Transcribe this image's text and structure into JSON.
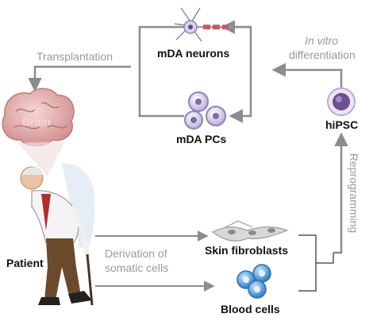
{
  "labels": {
    "mda_neurons": "mDA neurons",
    "mda_pcs": "mDA PCs",
    "hipsc": "hiPSC",
    "transplantation": "Transplantation",
    "in_vitro": "In vitro",
    "differentiation": "differentiation",
    "reprogramming": "Reprogramming",
    "patient": "Patient",
    "derivation_1": "Derivation of",
    "derivation_2": "somatic cells",
    "skin_fibroblasts": "Skin fibroblasts",
    "blood_cells": "Blood cells",
    "brain_text": "Brain"
  },
  "colors": {
    "arrow": "#8c8c8c",
    "bracket": "#555555",
    "brain": "#e3a3a3",
    "pc_cell": "#c8bfe0",
    "ipsc_outer": "#d9cfe8",
    "ipsc_core": "#6e4f94",
    "blood": "#5fa3dc",
    "fibroblast": "#cfcfcf"
  },
  "icons": [
    "neuron-icon",
    "progenitor-cells-icon",
    "ipsc-icon",
    "brain-icon",
    "patient-figure-icon",
    "fibroblast-icon",
    "blood-cells-icon"
  ]
}
